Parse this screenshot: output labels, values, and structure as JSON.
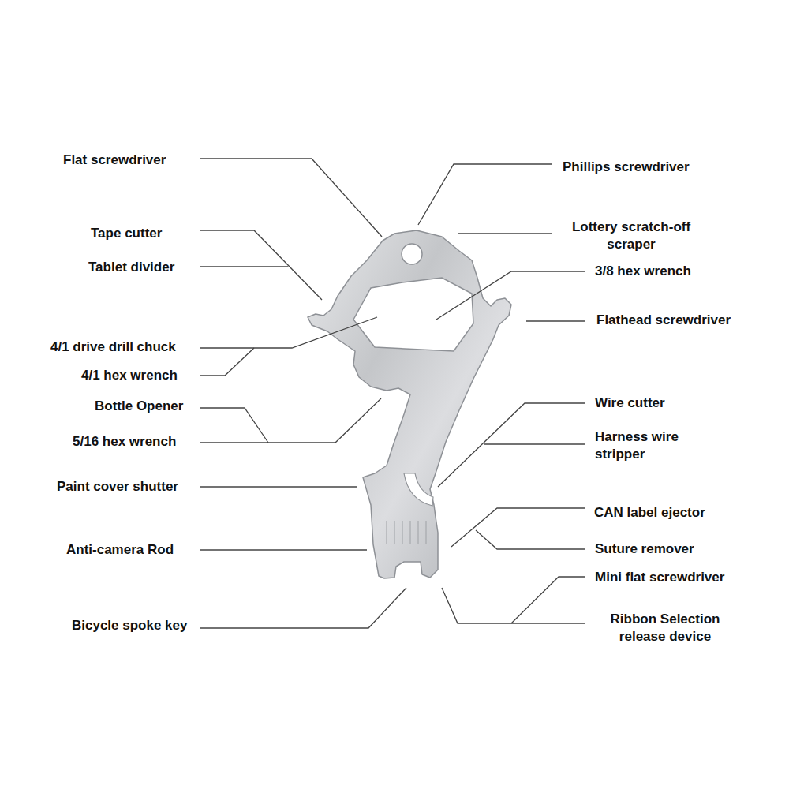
{
  "diagram": {
    "labels": [
      "Flat screwdriver",
      "Tape cutter",
      "Tablet divider",
      "4/1 drive drill chuck",
      "4/1 hex wrench",
      "Bottle Opener",
      "5/16 hex wrench",
      "Paint cover shutter",
      "Anti-camera Rod",
      "Bicycle spoke key",
      "Phillips screwdriver",
      "Lottery scratch-off scraper",
      "3/8 hex wrench",
      "Flathead screwdriver",
      "Wire cutter",
      "Harness wire stripper",
      "CAN label ejector",
      "Suture remover",
      "Mini flat screwdriver",
      "Ribbon Selection release device"
    ]
  }
}
